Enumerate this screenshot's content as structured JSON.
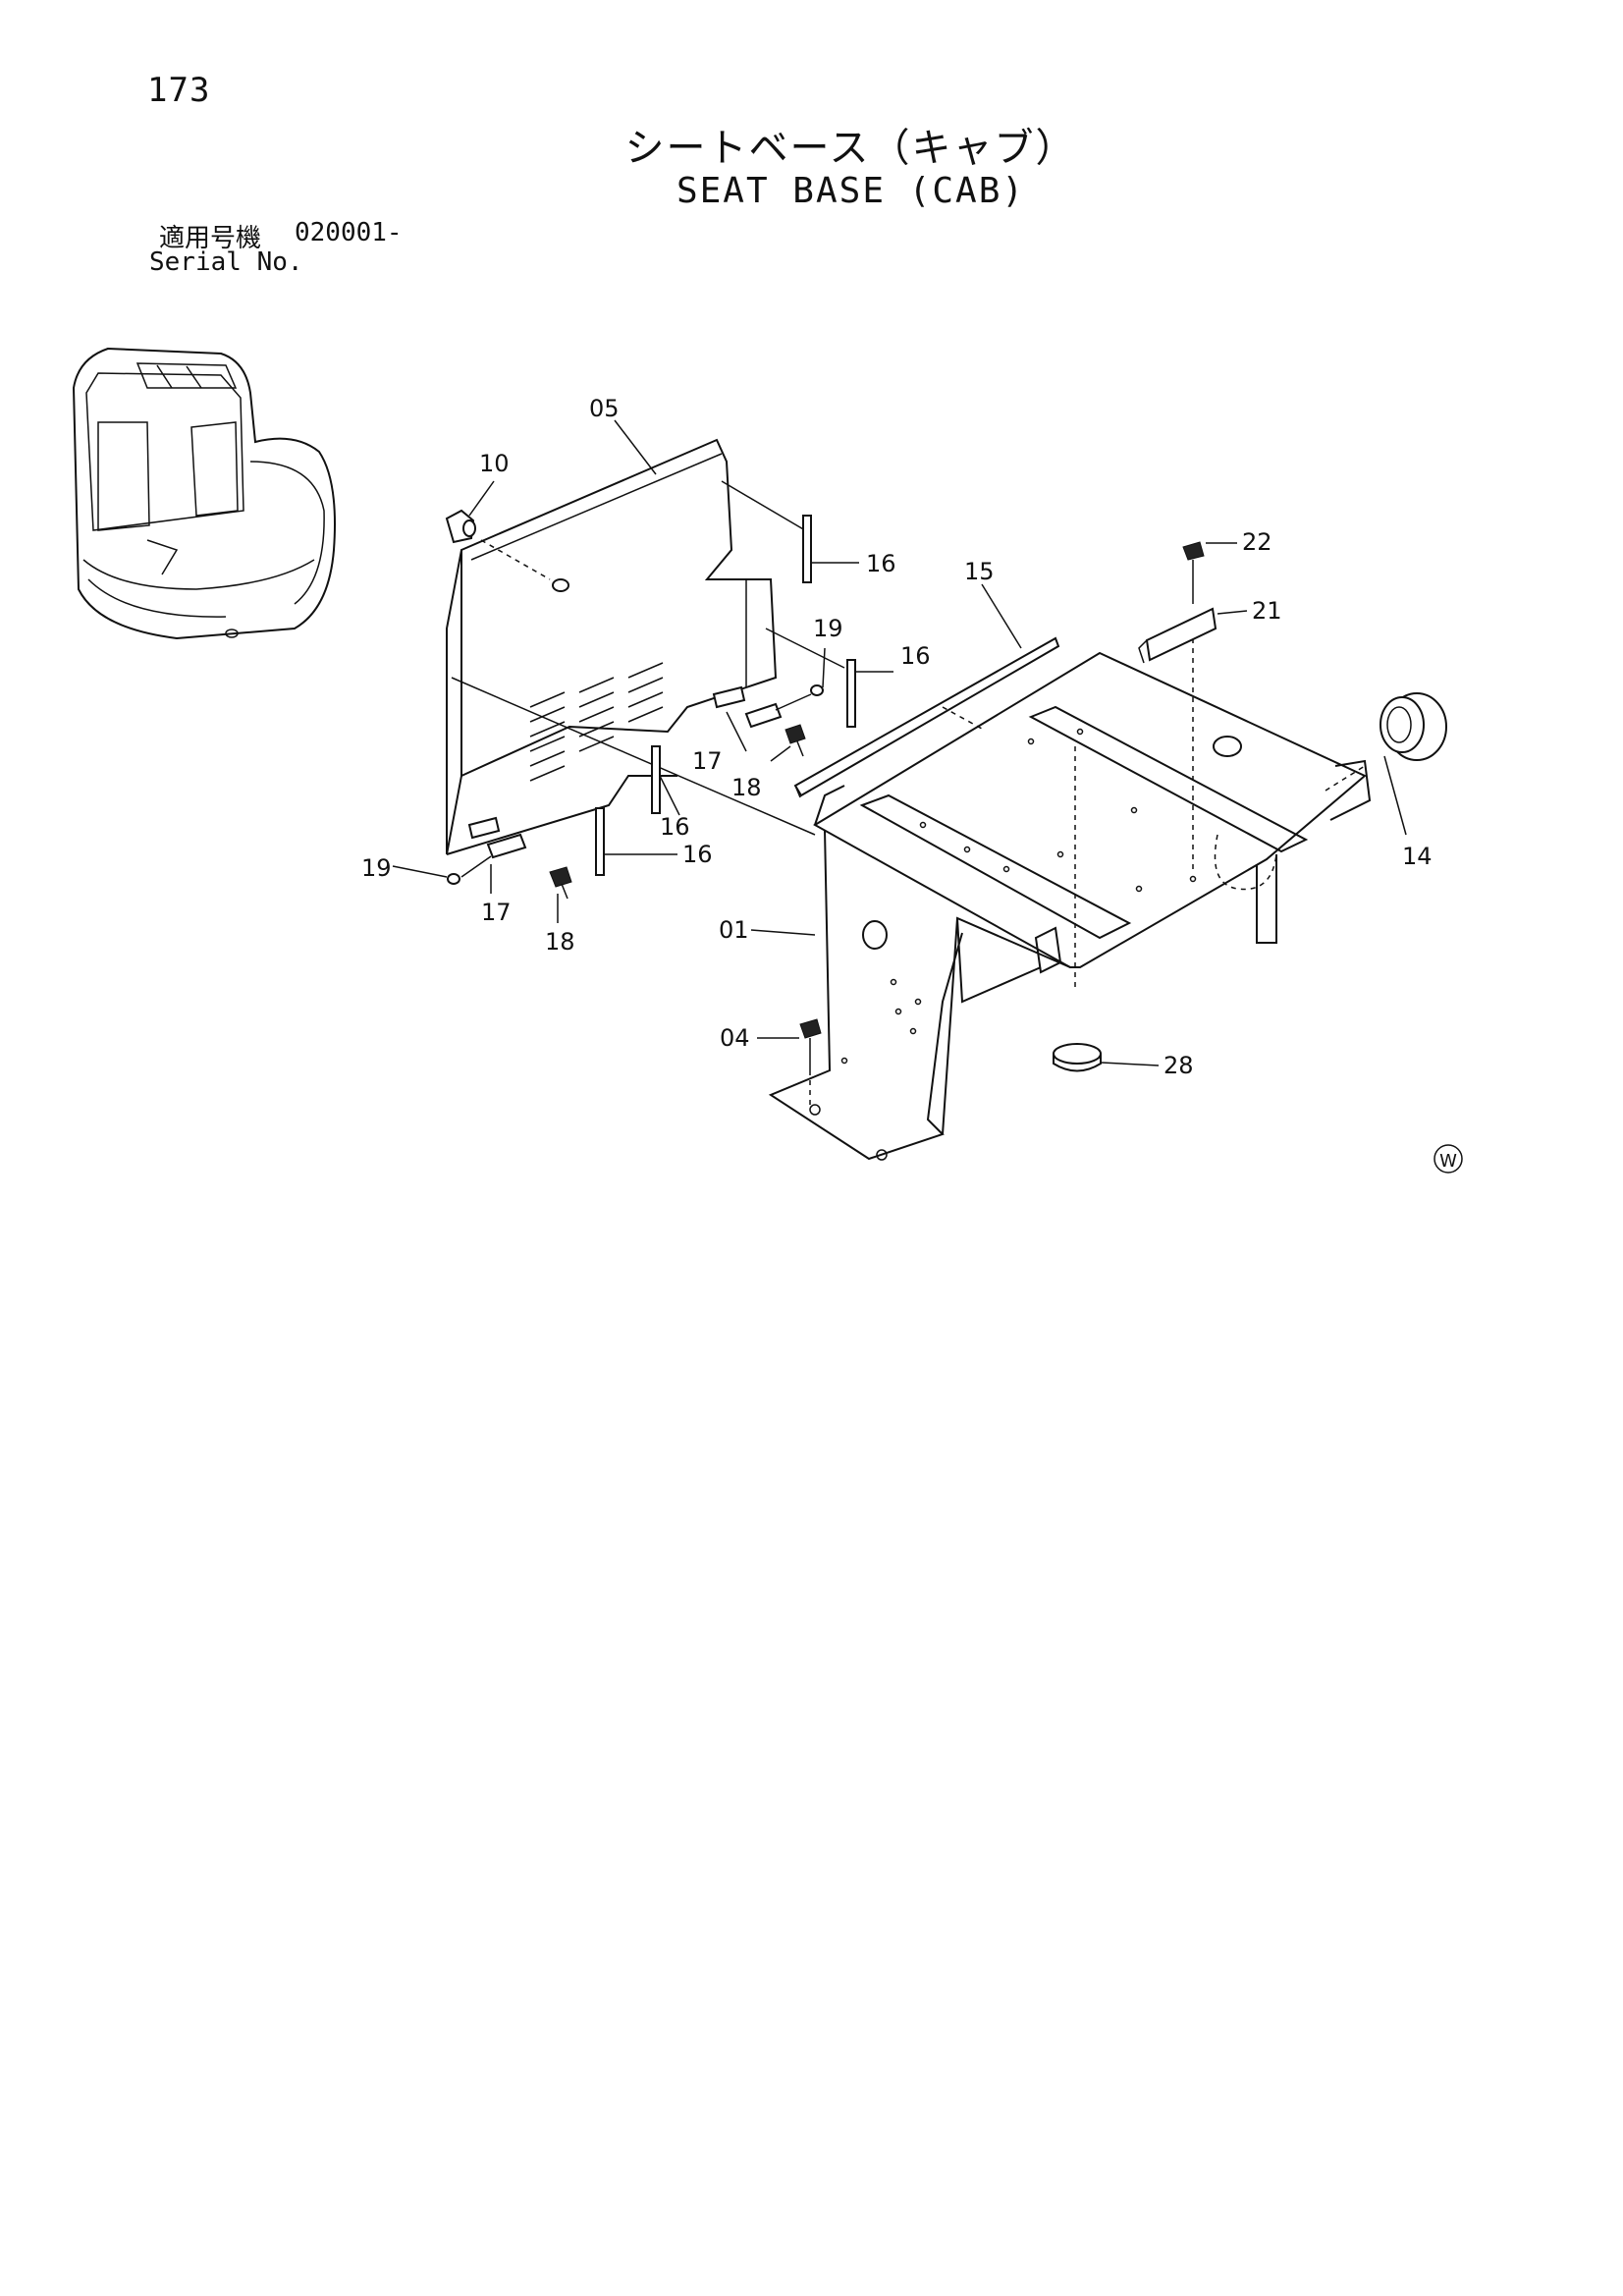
{
  "page": {
    "number": "173",
    "title_jp": "シートベース（キャブ）",
    "title_en": "SEAT BASE (CAB)",
    "serial_label_jp": "適用号機",
    "serial_value": "020001-",
    "serial_label_en": "Serial No."
  },
  "callouts": [
    {
      "id": "c05",
      "label": "05"
    },
    {
      "id": "c10",
      "label": "10"
    },
    {
      "id": "c16a",
      "label": "16"
    },
    {
      "id": "c15",
      "label": "15"
    },
    {
      "id": "c22",
      "label": "22"
    },
    {
      "id": "c21",
      "label": "21"
    },
    {
      "id": "c19a",
      "label": "19"
    },
    {
      "id": "c16b",
      "label": "16"
    },
    {
      "id": "c17a",
      "label": "17"
    },
    {
      "id": "c18a",
      "label": "18"
    },
    {
      "id": "c16c",
      "label": "16"
    },
    {
      "id": "c16d",
      "label": "16"
    },
    {
      "id": "c19b",
      "label": "19"
    },
    {
      "id": "c17b",
      "label": "17"
    },
    {
      "id": "c18b",
      "label": "18"
    },
    {
      "id": "c14",
      "label": "14"
    },
    {
      "id": "c01",
      "label": "01"
    },
    {
      "id": "c04",
      "label": "04"
    },
    {
      "id": "c28",
      "label": "28"
    }
  ],
  "mark": "W"
}
